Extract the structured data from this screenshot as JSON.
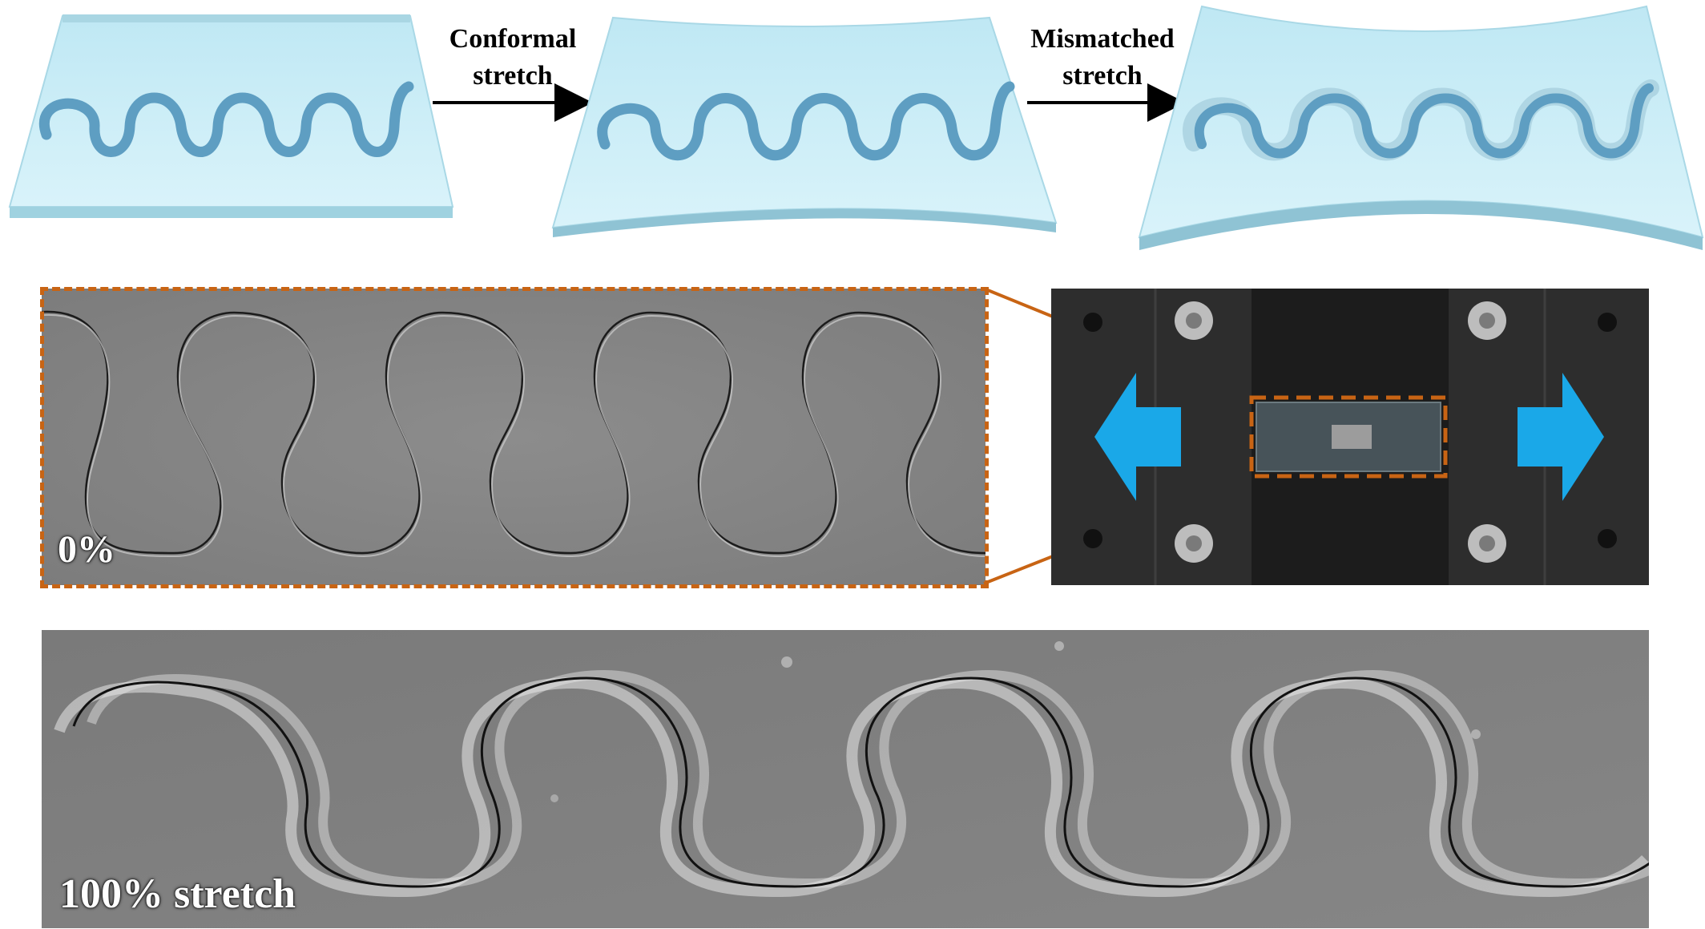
{
  "top_row": {
    "arrow1": {
      "line1": "Conformal",
      "line2": "stretch"
    },
    "arrow2": {
      "line1": "Mismatched",
      "line2": "stretch"
    }
  },
  "sem_top": {
    "label": "0%"
  },
  "sem_bottom": {
    "label": "100% stretch"
  },
  "colors": {
    "film_face": "#cdeff8",
    "film_edge": "#9ed3e2",
    "serpentine": "#5e9ec2",
    "highlight_box": "#c86414",
    "stretch_arrow": "#1aa8e8",
    "sem_background": "#828282",
    "fixture_background": "#2a2a2a"
  },
  "icons": [
    "left-stretch-arrow-icon",
    "right-stretch-arrow-icon",
    "screw-icon"
  ]
}
